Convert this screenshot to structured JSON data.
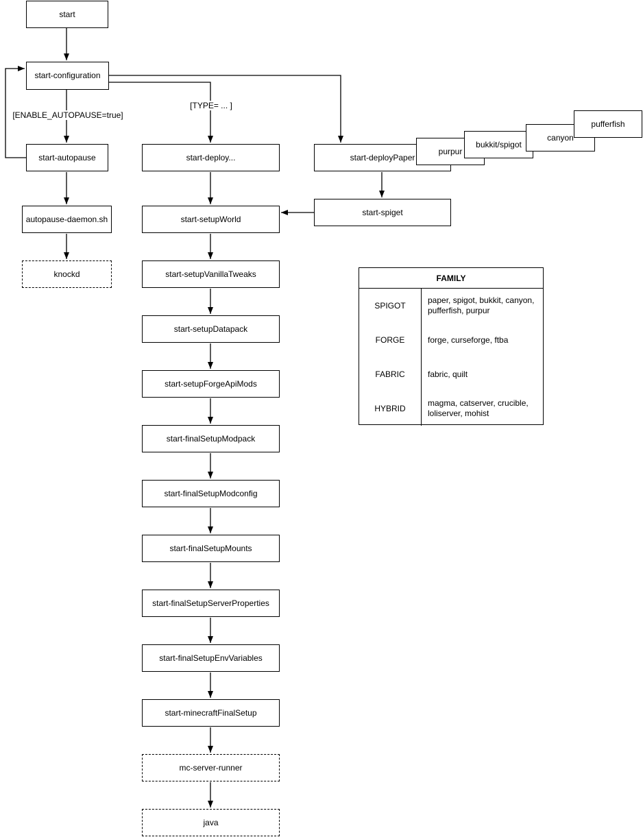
{
  "nodes": {
    "start": "start",
    "configuration": "start-configuration",
    "autopause": "start-autopause",
    "autopause_daemon": "autopause-daemon.sh",
    "knockd": "knockd",
    "deploy": "start-deploy...",
    "setup_world": "start-setupWorld",
    "setup_vanilla_tweaks": "start-setupVanillaTweaks",
    "setup_datapack": "start-setupDatapack",
    "setup_forge_api_mods": "start-setupForgeApiMods",
    "final_setup_modpack": "start-finalSetupModpack",
    "final_setup_modconfig": "start-finalSetupModconfig",
    "final_setup_mounts": "start-finalSetupMounts",
    "final_setup_server_properties": "start-finalSetupServerProperties",
    "final_setup_env_variables": "start-finalSetupEnvVariables",
    "minecraft_final_setup": "start-minecraftFinalSetup",
    "mc_server_runner": "mc-server-runner",
    "java": "java",
    "deploy_paper": "start-deployPaper",
    "purpur": "purpur",
    "bukkit_spigot": "bukkit/spigot",
    "canyon": "canyon",
    "pufferfish": "pufferfish",
    "spiget": "start-spiget"
  },
  "edge_labels": {
    "enable_autopause": "[ENABLE_AUTOPAUSE=true]",
    "type": "[TYPE= ... ]"
  },
  "table": {
    "title": "FAMILY",
    "rows": [
      {
        "family": "SPIGOT",
        "members": "paper, spigot, bukkit, canyon, pufferfish, purpur"
      },
      {
        "family": "FORGE",
        "members": "forge, curseforge, ftba"
      },
      {
        "family": "FABRIC",
        "members": "fabric, quilt"
      },
      {
        "family": "HYBRID",
        "members": "magma, catserver, crucible, loliserver, mohist"
      }
    ]
  },
  "colors": {
    "stroke": "#000000",
    "fill": "#ffffff",
    "text": "#000000"
  }
}
